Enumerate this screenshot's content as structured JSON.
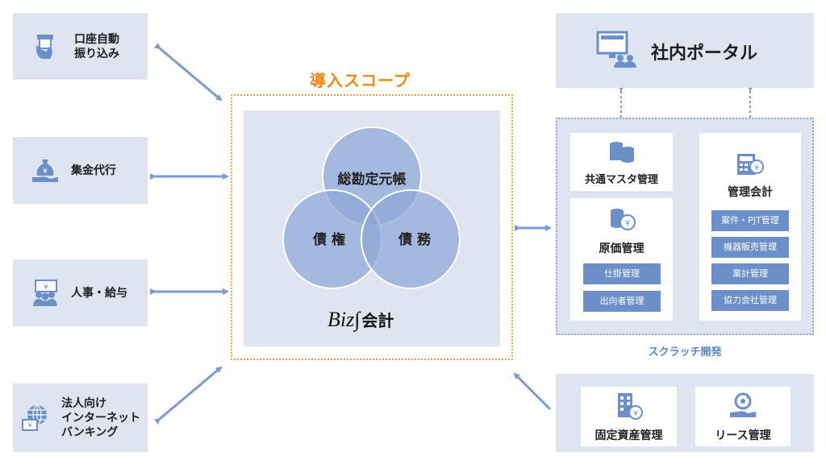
{
  "left_items": [
    {
      "label": "口座自動\n振り込み",
      "icon": "atm-transfer-icon"
    },
    {
      "label": "集金代行",
      "icon": "money-bag-hand-icon"
    },
    {
      "label": "人事・給与",
      "icon": "people-payroll-icon"
    },
    {
      "label": "法人向け\nインターネット\nバンキング",
      "icon": "globe-banking-icon"
    }
  ],
  "scope": {
    "title": "導入スコープ",
    "circles": {
      "top": "総勘定元帳",
      "left": "債 権",
      "right": "債 務"
    },
    "logo_brand": "Biz∫",
    "logo_text": "会計"
  },
  "portal": {
    "label": "社内ポータル",
    "icon": "computer-users-icon"
  },
  "scratch": {
    "label": "スクラッチ開発",
    "master": {
      "label": "共通マスタ管理",
      "icon": "database-icon"
    },
    "cost": {
      "label": "原価管理",
      "icon": "coins-yen-icon",
      "items": [
        "仕掛管理",
        "出向者管理"
      ]
    },
    "mgmt": {
      "label": "管理会計",
      "icon": "calculator-yen-icon",
      "items": [
        "案件・PJT管理",
        "機器販売管理",
        "業計管理",
        "協力会社管理"
      ]
    }
  },
  "bottom": [
    {
      "label": "固定資産管理",
      "icon": "building-yen-icon"
    },
    {
      "label": "リース管理",
      "icon": "recycle-hand-icon"
    }
  ],
  "colors": {
    "accent": "#ef8a17",
    "arrow": "#7e9bcf",
    "box": "#dfe4f1",
    "button": "#6b8fc9"
  }
}
